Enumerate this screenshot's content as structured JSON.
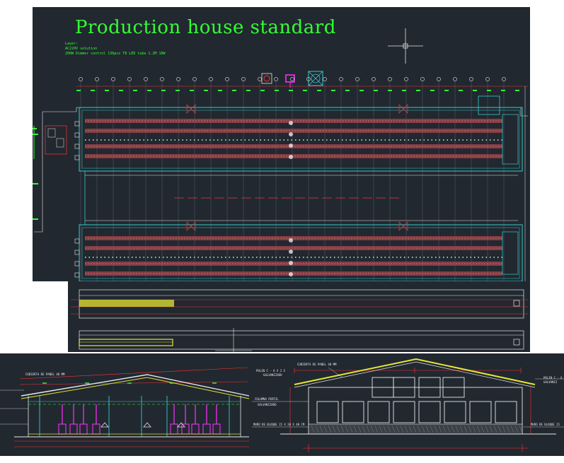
{
  "drawing": {
    "title": "Production house standard",
    "notes": [
      "Layer:",
      "AC220V solution",
      "200W Dimmer control 136pcs T8 LED tube 1.2M 18W"
    ]
  },
  "elevation_right": {
    "top_labels": [
      "CUBIERTA DE PANEL 40 MM",
      "POLIN C - 6 X 2 X",
      "GALVANIZADO",
      "POLIN C - 6",
      "GALVANIZ"
    ],
    "side_labels": [
      "COLUMNA PERFIL",
      "GALVANIZADO",
      "MURO DE BLOQUE 15 X 20 X 40 CM",
      "MURO DE BLOQUE 15"
    ]
  },
  "elevation_left": {
    "labels": [
      "CUBIERTA DE PANEL 40 MM"
    ]
  },
  "colors": {
    "background": "#212830",
    "green": "#33ff33",
    "cyan": "#33cccc",
    "red": "#ff3333",
    "yellow": "#e6e633",
    "magenta": "#ff33ff",
    "white": "#e8e8e8"
  }
}
